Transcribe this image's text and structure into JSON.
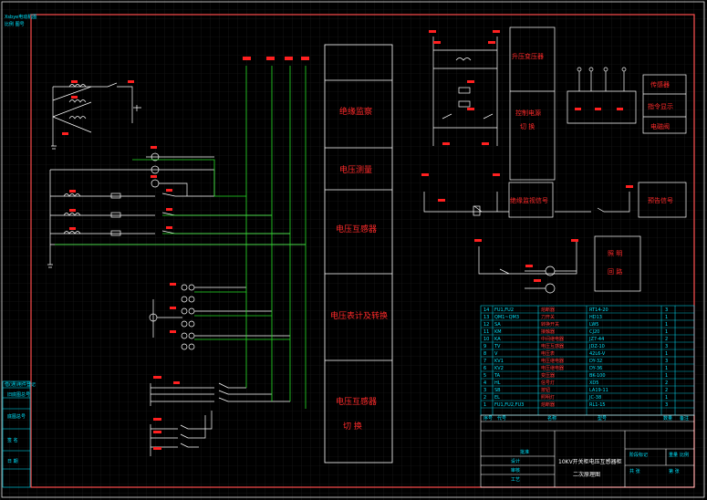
{
  "drawing": {
    "corner_note_line1": "Xsbye电动机图",
    "corner_note_line2": "比例 图号",
    "box_labels": [
      "绝缘监察",
      "电压测量",
      "电压互感器",
      "电压表计及转换",
      "电压互感器",
      "切  换"
    ],
    "right_labels": [
      "升压变压器",
      "控制电源",
      "切  换",
      "传感器",
      "指令显示",
      "电磁阀",
      "绝缘监视信号",
      "预告信号",
      "照  明",
      "回  路"
    ],
    "parts_rows": [
      {
        "c1": "FU1,FU2",
        "c2": "熔断器",
        "c3": "RT14-20",
        "c4": "3"
      },
      {
        "c1": "QM1~QM3",
        "c2": "刀开关",
        "c3": "HD13",
        "c4": "1"
      },
      {
        "c1": "SA",
        "c2": "转换开关",
        "c3": "LW5",
        "c4": "1"
      },
      {
        "c1": "KM",
        "c2": "接触器",
        "c3": "CJ20",
        "c4": "1"
      },
      {
        "c1": "KA",
        "c2": "中间继电器",
        "c3": "JZ7-44",
        "c4": "2"
      },
      {
        "c1": "TV",
        "c2": "电压互感器",
        "c3": "JDZ-10",
        "c4": "3"
      },
      {
        "c1": "V",
        "c2": "电压表",
        "c3": "42L6-V",
        "c4": "1"
      },
      {
        "c1": "KV1",
        "c2": "电压继电器",
        "c3": "DY-32",
        "c4": "3"
      },
      {
        "c1": "KV2",
        "c2": "电压继电器",
        "c3": "DY-36",
        "c4": "1"
      },
      {
        "c1": "TA",
        "c2": "变压器",
        "c3": "BK-100",
        "c4": "1"
      },
      {
        "c1": "HL",
        "c2": "信号灯",
        "c3": "XD5",
        "c4": "2"
      },
      {
        "c1": "SB",
        "c2": "按钮",
        "c3": "LA19-11",
        "c4": "2"
      },
      {
        "c1": "EL",
        "c2": "照明灯",
        "c3": "JC-38",
        "c4": "1"
      },
      {
        "c1": "FU1,FU2,FU3",
        "c2": "熔断器",
        "c3": "RL1-15",
        "c4": "3"
      }
    ],
    "title_block": {
      "headers": [
        "序号",
        "代号",
        "名称",
        "型号",
        "数量",
        "备注"
      ],
      "drawing_title_line1": "10KV开关柜电压互感器柜",
      "drawing_title_line2": "二次原理图",
      "fields": [
        "设计",
        "审核",
        "工艺",
        "批准",
        "阶段标记",
        "重量",
        "比例",
        "共  张",
        "第  张"
      ]
    },
    "side_labels": [
      "借(通)用件登记",
      "旧底图总号",
      "底图总号",
      "签  名",
      "日  期"
    ]
  }
}
